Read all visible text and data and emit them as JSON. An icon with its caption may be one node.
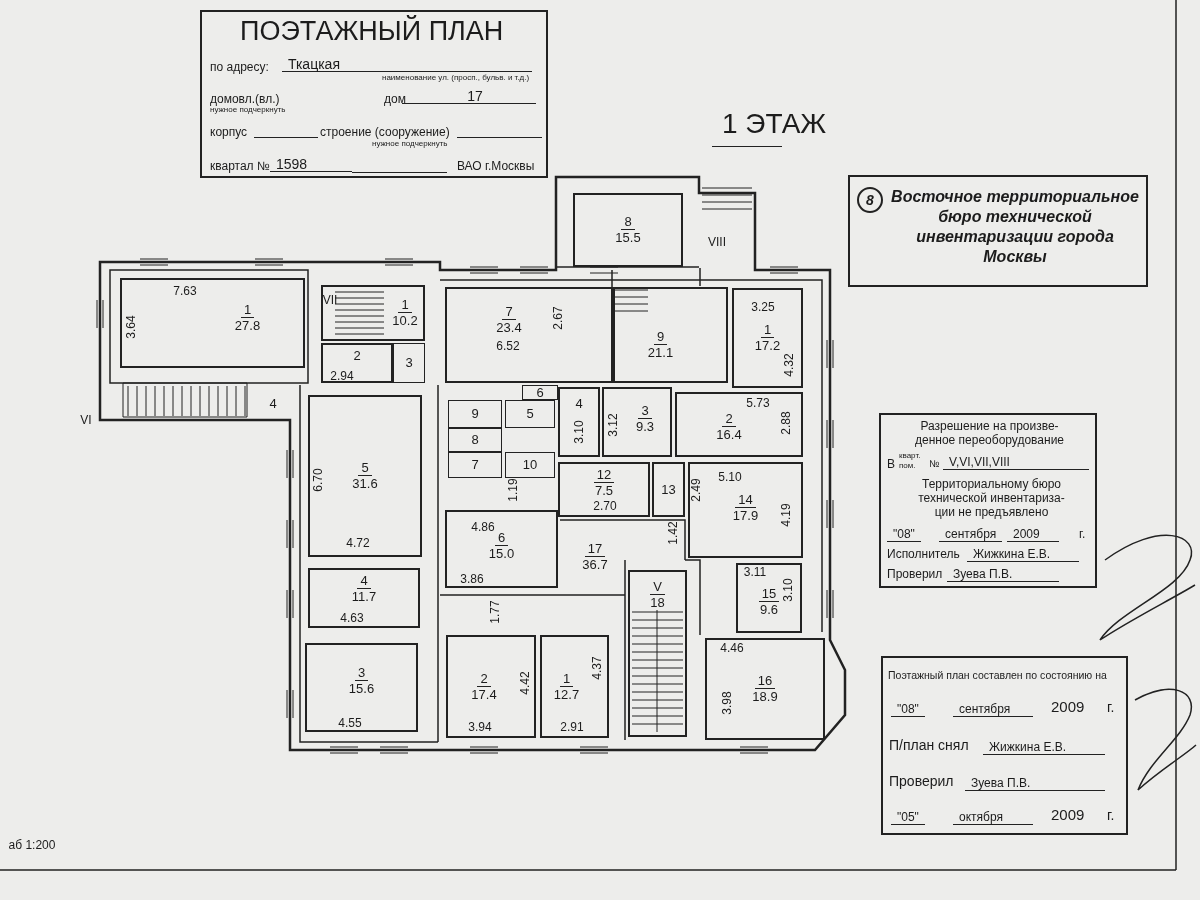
{
  "diagram": {
    "title": "1 ЭТАЖ",
    "nodes": [
      {
        "text": [
          "ПОЭТАЖНЫЙ ПЛАН",
          "по адресу:",
          "Ткацкая",
          "наименование ул. (просп., бульв. и т.д.)",
          "домовл.(вл.)",
          "нужное подчеркнуть",
          "дом",
          "17",
          "корпус",
          "строение (сооружение)",
          "нужное подчеркнуть",
          "квартал №",
          "1598",
          "ВАО г.Москвы"
        ]
      },
      {
        "text": [
          "Восточное территориальное бюро технической инвентаризации города Москвы"
        ]
      },
      {
        "text": [
          "8"
        ],
        "in": 1
      },
      {
        "text": [
          "1",
          "27.8"
        ]
      },
      {
        "text": [
          "1",
          "10.2"
        ]
      },
      {
        "text": [
          "2"
        ]
      },
      {
        "text": [
          "3"
        ]
      },
      {
        "text": [
          "4"
        ]
      },
      {
        "text": [
          "5",
          "31.6"
        ]
      },
      {
        "text": [
          "4",
          "11.7"
        ]
      },
      {
        "text": [
          "3",
          "15.6"
        ]
      },
      {
        "text": [
          "8",
          "15.5"
        ]
      },
      {
        "text": [
          "7",
          "23.4"
        ]
      },
      {
        "text": [
          "9",
          "21.1"
        ]
      },
      {
        "text": [
          "1",
          "17.2"
        ]
      },
      {
        "text": [
          "6"
        ]
      },
      {
        "text": [
          "9"
        ]
      },
      {
        "text": [
          "5"
        ]
      },
      {
        "text": [
          "8"
        ]
      },
      {
        "text": [
          "7"
        ]
      },
      {
        "text": [
          "10"
        ]
      },
      {
        "text": [
          "4"
        ]
      },
      {
        "text": [
          "3",
          "9.3"
        ]
      },
      {
        "text": [
          "2",
          "16.4"
        ]
      },
      {
        "text": [
          "12",
          "7.5"
        ]
      },
      {
        "text": [
          "13"
        ]
      },
      {
        "text": [
          "14",
          "17.9"
        ]
      },
      {
        "text": [
          "6",
          "15.0"
        ]
      },
      {
        "text": [
          "17",
          "36.7"
        ]
      },
      {
        "text": [
          "V",
          "18"
        ]
      },
      {
        "text": [
          "15",
          "9.6"
        ]
      },
      {
        "text": [
          "2",
          "17.4"
        ]
      },
      {
        "text": [
          "1",
          "12.7"
        ]
      },
      {
        "text": [
          "16",
          "18.9"
        ]
      },
      {
        "text": [
          "Разрешение на произве- денное переоборудование",
          "В",
          "кварт.",
          "пом.",
          "№",
          "V,VI,VII,VIII",
          "Территориальному бюро технической инвентариза- ции не предъявлено",
          "\"08\"",
          "сентября",
          "2009",
          "г.",
          "Исполнитель",
          "Жижкина Е.В.",
          "Проверил",
          "Зуева П.В."
        ]
      },
      {
        "text": [
          "Поэтажный план составлен по состоянию на",
          "\"08\"",
          "сентября",
          "2009",
          "г.",
          "П/план снял",
          "Жижкина Е.В.",
          "Проверил",
          "Зуева П.В.",
          "\"05\"",
          "октября",
          "2009",
          "г."
        ]
      }
    ],
    "labels": [
      "VII",
      "7.63",
      "VIII",
      "3.25",
      "2.67",
      "3.64",
      "6.52",
      "4.32",
      "2.94",
      "5.73",
      "VI",
      "3.10",
      "3.12",
      "2.88",
      "6.70",
      "5.10",
      "2.49",
      "1.19",
      "4.19",
      "2.70",
      "4.86",
      "1.42",
      "4.72",
      "3.86",
      "3.11",
      "3.10",
      "4.63",
      "1.77",
      "4.46",
      "4.42",
      "4.37",
      "3.98",
      "4.55",
      "3.94",
      "2.91",
      "аб 1:200"
    ]
  }
}
